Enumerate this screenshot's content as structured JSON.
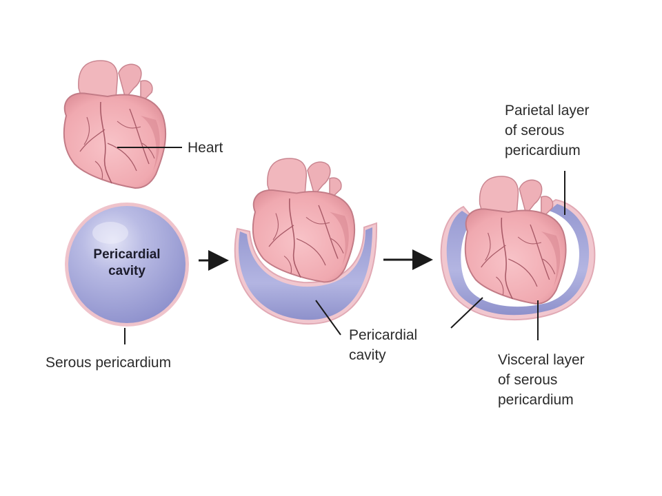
{
  "labels": {
    "heart": "Heart",
    "pericardial_cavity_inner": [
      "Pericardial",
      "cavity"
    ],
    "serous_pericardium": "Serous pericardium",
    "pericardial_cavity_mid": [
      "Pericardial",
      "cavity"
    ],
    "parietal_layer": [
      "Parietal layer",
      "of serous",
      "pericardium"
    ],
    "visceral_layer": [
      "Visceral layer",
      "of serous",
      "pericardium"
    ]
  },
  "colors": {
    "heart_fill": "#f2aeb4",
    "heart_shade": "#dd8f98",
    "heart_vessel": "#a85a67",
    "sac_fill": "#a4a6d8",
    "sac_light": "#ced0ee",
    "sac_rim": "#e6b3bd",
    "leader_line": "#1a1a1a",
    "text": "#2b2b2b"
  }
}
